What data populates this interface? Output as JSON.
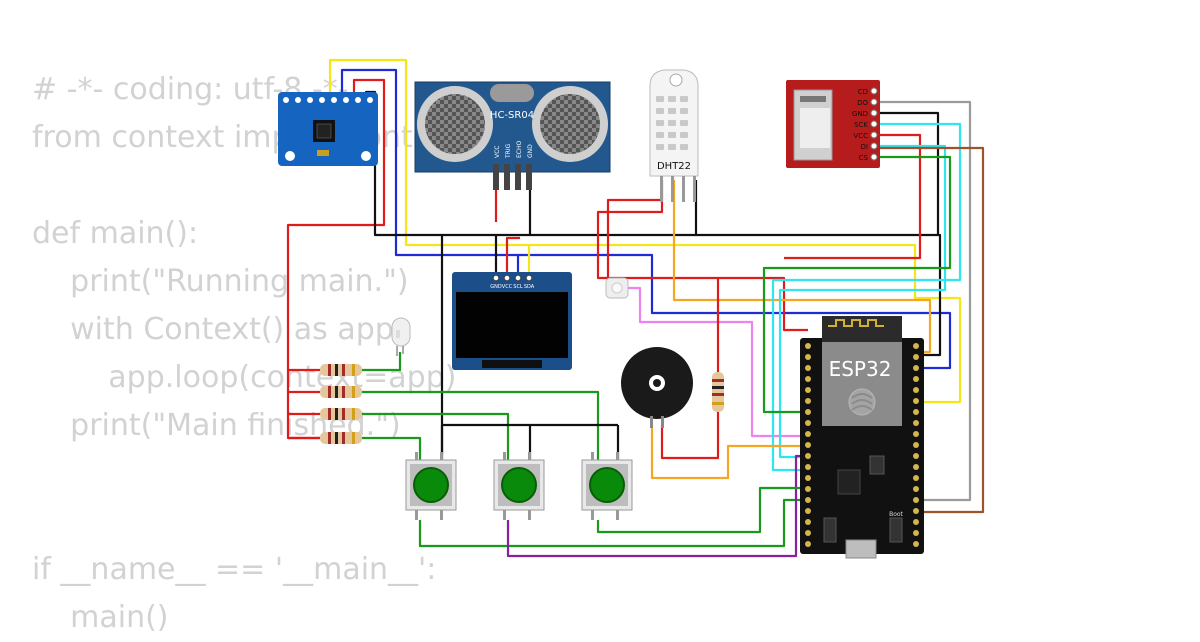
{
  "code_lines": [
    "# -*- coding: utf-8 -*-",
    "from context import Context",
    "",
    "def main():",
    "    print(\"Running main.\")",
    "    with Context() as app:",
    "        app.loop(context=app)",
    "    print(\"Main finished.\")",
    "",
    "",
    "if __name__ == '__main__':",
    "    main()"
  ],
  "components": {
    "ultrasonic": {
      "label": "HC-SR04",
      "pins": [
        "VCC",
        "TRIG",
        "ECHO",
        "GND"
      ]
    },
    "dht": {
      "label": "DHT22"
    },
    "sdcard": {
      "pins": [
        "CD",
        "DO",
        "GND",
        "SCK",
        "VCC",
        "DI",
        "CS"
      ]
    },
    "oled": {
      "pins": [
        "GND",
        "VCC",
        "SCL",
        "SDA"
      ]
    },
    "esp32": {
      "label": "ESP32",
      "boot_label": "Boot"
    }
  },
  "colors": {
    "red": "#e01b1b",
    "black": "#111111",
    "blue": "#1f2bd6",
    "yellow": "#f4e619",
    "green": "#1a9a1a",
    "cyan": "#2de6ef",
    "gray": "#9a9a9a",
    "brown": "#a0522d",
    "orange": "#f5a623",
    "pink": "#ee82ee",
    "purple": "#8a1fa0"
  }
}
